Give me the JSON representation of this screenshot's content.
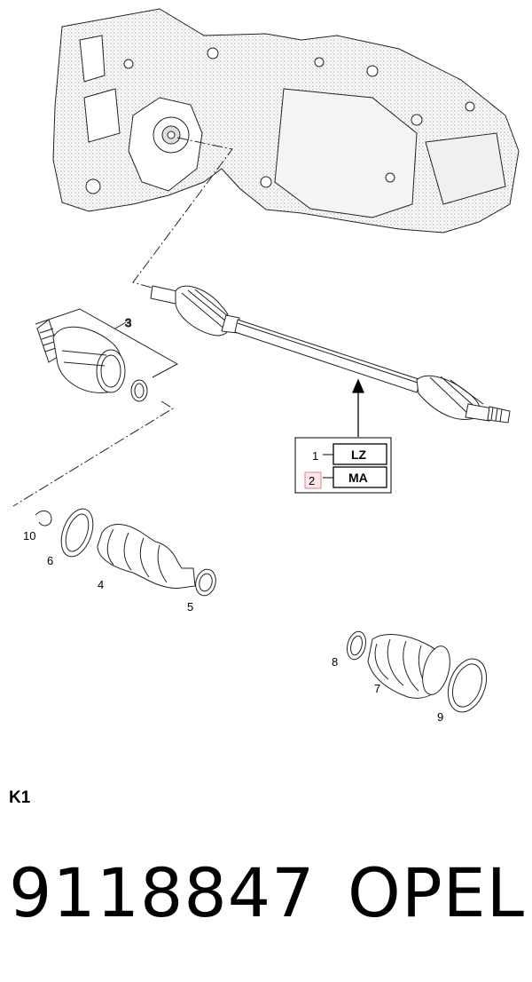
{
  "diagram": {
    "callouts": {
      "c1": "1",
      "c2": "2",
      "c3": "3",
      "c4": "4",
      "c5": "5",
      "c6": "6",
      "c7": "7",
      "c8": "8",
      "c9": "9",
      "c10": "10"
    },
    "variant_table": {
      "row1_label": "LZ",
      "row2_label": "MA"
    },
    "highlight_color": "#e8808a"
  },
  "footer": {
    "code": "K1",
    "part_number": "9118847",
    "brand": "OPEL"
  }
}
